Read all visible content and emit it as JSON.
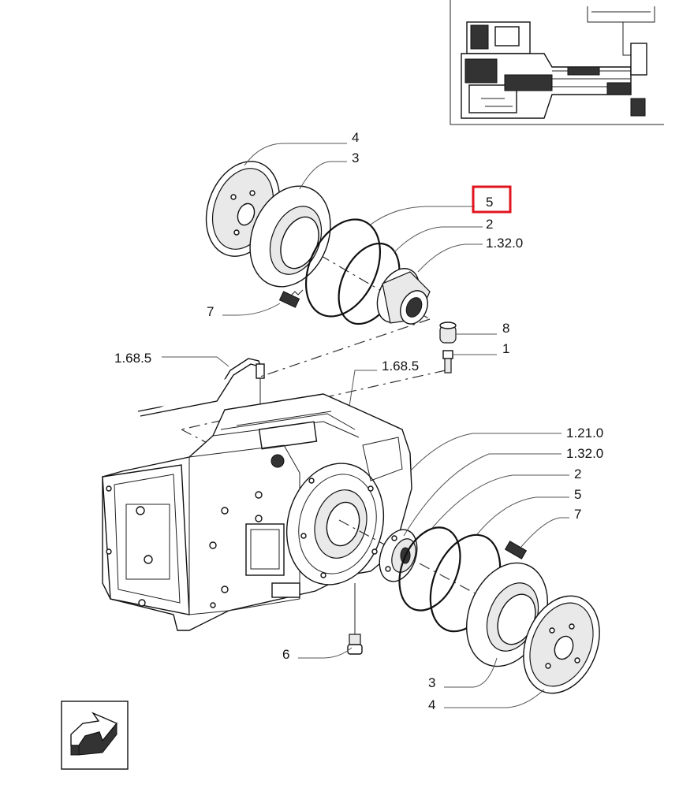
{
  "callouts": {
    "top_4": "4",
    "top_3": "3",
    "top_5": "5",
    "top_2": "2",
    "top_1_32_0": "1.32.0",
    "top_7": "7",
    "left_1_68_5": "1.68.5",
    "mid_1_68_5": "1.68.5",
    "right_8": "8",
    "right_1": "1",
    "right_1_21_0": "1.21.0",
    "right_1_32_0": "1.32.0",
    "right_2": "2",
    "right_5": "5",
    "right_7": "7",
    "bottom_6": "6",
    "bottom_3": "3",
    "bottom_4": "4"
  },
  "highlighted_callout": "5",
  "colors": {
    "highlight": "#e0141e",
    "line": "#111111"
  },
  "icons": {
    "nav": "arrow-icon",
    "thumb": "thumbnail-view"
  }
}
